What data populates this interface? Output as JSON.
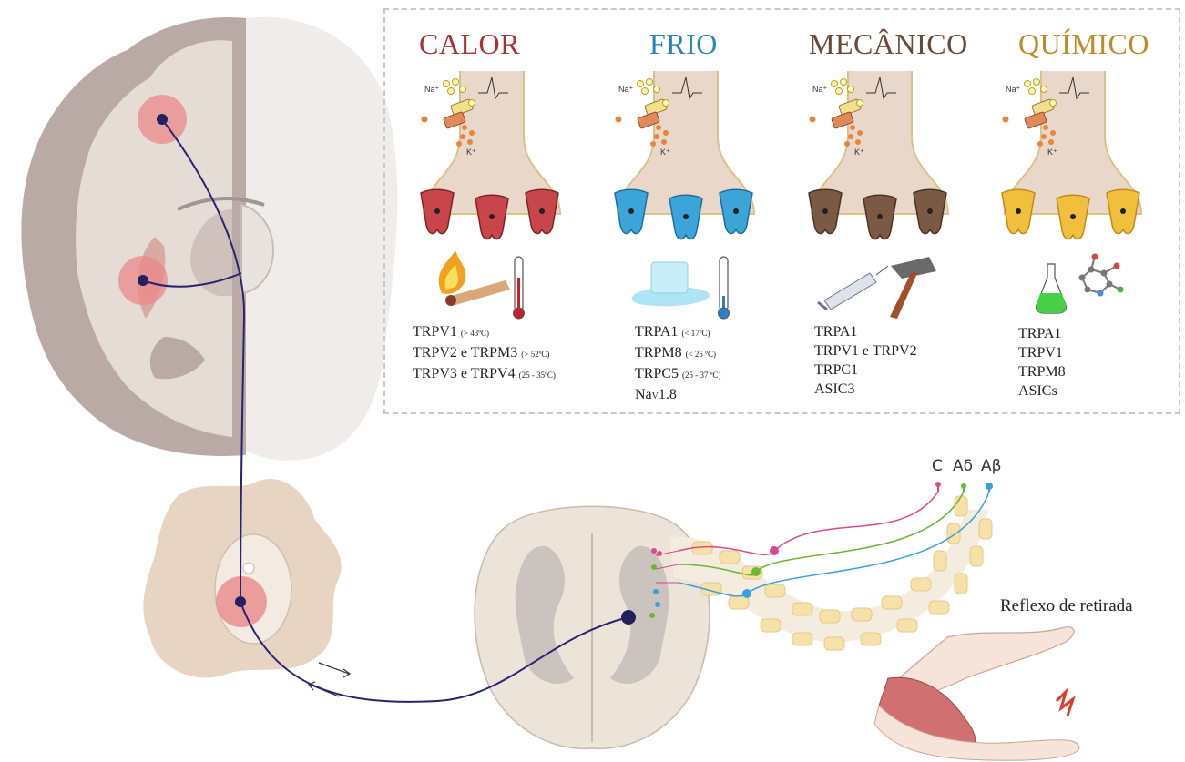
{
  "categories": [
    {
      "key": "calor",
      "title": "CALOR",
      "color": "#a8323a",
      "receptor_color": "#c8454c",
      "receptor_dark": "#7e2228"
    },
    {
      "key": "frio",
      "title": "FRIO",
      "color": "#2a86b8",
      "receptor_color": "#3ba4d8",
      "receptor_dark": "#1f6e99"
    },
    {
      "key": "mecanico",
      "title": "MECÂNICO",
      "color": "#6b4a35",
      "receptor_color": "#7a5a45",
      "receptor_dark": "#4a3224"
    },
    {
      "key": "quimico",
      "title": "QUÍMICO",
      "color": "#c08a2a",
      "receptor_color": "#f0bf3c",
      "receptor_dark": "#c08a1a"
    }
  ],
  "ions": {
    "na": "Na⁺",
    "k": "K⁺"
  },
  "receptors": {
    "calor": [
      {
        "name": "TRPV1",
        "note": "(> 43ºC)"
      },
      {
        "name": "TRPV2 e TRPM3",
        "note": "(> 52ºC)"
      },
      {
        "name": "TRPV3 e TRPV4",
        "note": "(25 - 35ºC)"
      }
    ],
    "frio": [
      {
        "name": "TRPA1",
        "note": "(< 17ºC)"
      },
      {
        "name": "TRPM8",
        "note": "(< 25 ºC)"
      },
      {
        "name": "TRPC5",
        "note": "(25 - 37 ºC)"
      },
      {
        "name_pre": "Na",
        "name_sub": "V",
        "name_post": "1.8",
        "note": ""
      }
    ],
    "mecanico": [
      "TRPA1",
      "TRPV1 e TRPV2",
      "TRPC1",
      "ASIC3"
    ],
    "quimico": [
      "TRPA1",
      "TRPV1",
      "TRPM8",
      "ASICs"
    ]
  },
  "fibers": {
    "c": "C",
    "ad": "Aδ",
    "ab": "Aβ"
  },
  "reflex_label": "Reflexo de retirada",
  "colors": {
    "pathway": "#2a2272",
    "fiber_c": "#d94a8c",
    "fiber_ad": "#6ab830",
    "fiber_ab": "#3aa0d8"
  }
}
